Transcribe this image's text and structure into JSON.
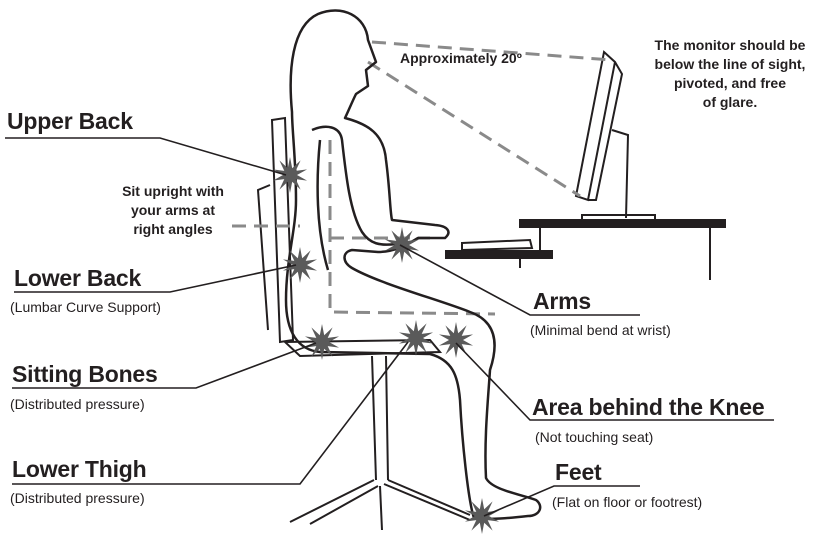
{
  "monitor_note": [
    "The monitor should be",
    "below the line of sight,",
    "pivoted, and free",
    "of glare."
  ],
  "angle_label": "Approximately 20º",
  "posture_note": [
    "Sit upright with",
    "your arms at",
    "right angles"
  ],
  "labels": {
    "upper_back": {
      "title": "Upper Back",
      "sub": ""
    },
    "lower_back": {
      "title": "Lower Back",
      "sub": "(Lumbar Curve Support)"
    },
    "sitting_bones": {
      "title": "Sitting Bones",
      "sub": "(Distributed pressure)"
    },
    "lower_thigh": {
      "title": "Lower Thigh",
      "sub": "(Distributed pressure)"
    },
    "arms": {
      "title": "Arms",
      "sub": "(Minimal bend at wrist)"
    },
    "knee": {
      "title": "Area behind the Knee",
      "sub": "(Not touching seat)"
    },
    "feet": {
      "title": "Feet",
      "sub": "(Flat on floor or footrest)"
    }
  },
  "colors": {
    "ink": "#231f20",
    "dashed": "#8a8a8a",
    "burst": "#5a5a5a"
  }
}
